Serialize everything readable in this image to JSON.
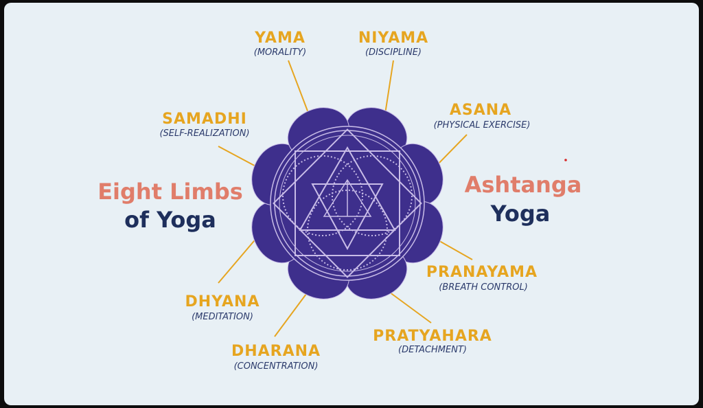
{
  "colors": {
    "background": "#e8f0f5",
    "frame": "#0d0d0d",
    "limb_name": "#e6a520",
    "limb_sub": "#2b3a6b",
    "title_accent": "#e07d6a",
    "title_dark": "#1e2f5c",
    "lotus": "#3e2f8c",
    "lotus_line": "#c9bde8",
    "connector": "#e6a520"
  },
  "left_title": {
    "line1": "Eight Limbs",
    "line2": "of Yoga"
  },
  "right_title": {
    "line1": "Ashtanga",
    "line2": "Yoga"
  },
  "limbs": [
    {
      "name": "YAMA",
      "subtitle": "(MORALITY)"
    },
    {
      "name": "NIYAMA",
      "subtitle": "(DISCIPLINE)"
    },
    {
      "name": "ASANA",
      "subtitle": "(PHYSICAL EXERCISE)"
    },
    {
      "name": "PRANAYAMA",
      "subtitle": "(BREATH CONTROL)"
    },
    {
      "name": "PRATYAHARA",
      "subtitle": "(DETACHMENT)"
    },
    {
      "name": "DHARANA",
      "subtitle": "(CONCENTRATION)"
    },
    {
      "name": "DHYANA",
      "subtitle": "(MEDITATION)"
    },
    {
      "name": "SAMADHI",
      "subtitle": "(SELF-REALIZATION)"
    }
  ]
}
